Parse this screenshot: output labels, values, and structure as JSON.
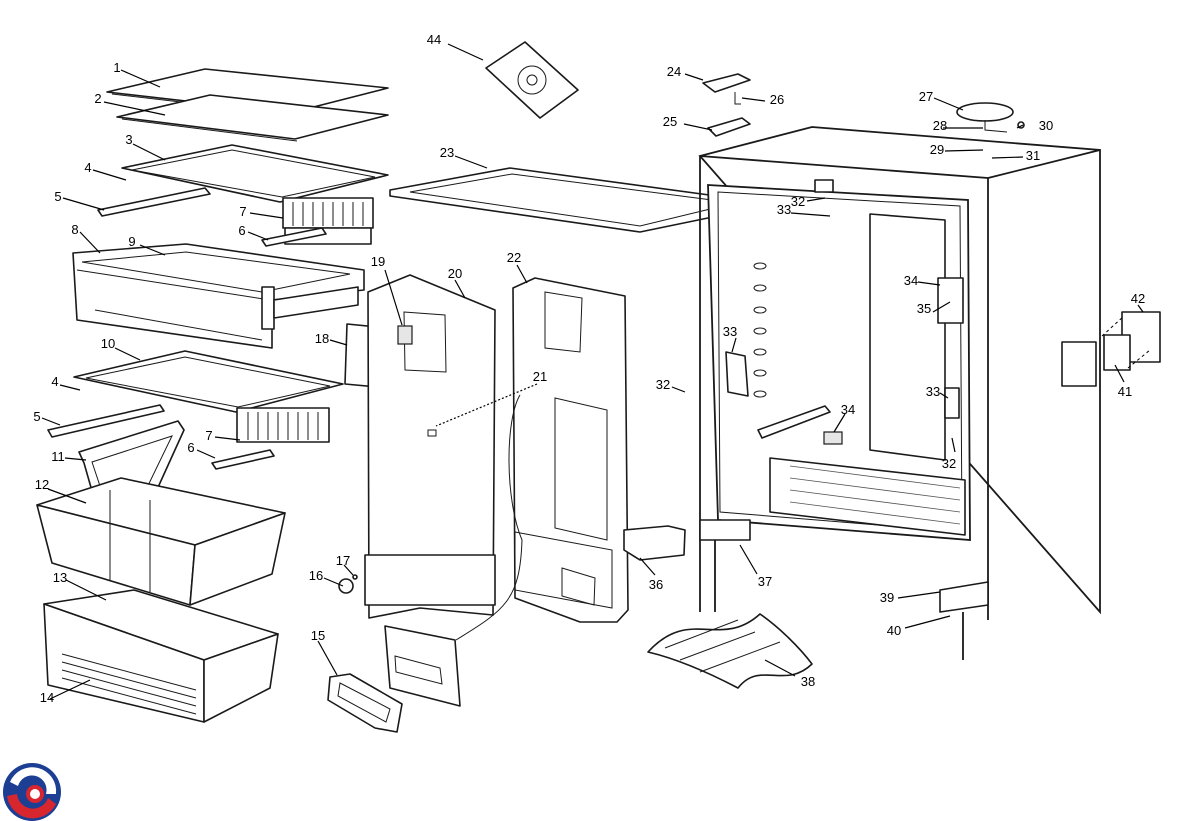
{
  "diagram": {
    "colors": {
      "line": "#1a1a1a",
      "background": "#ffffff",
      "logo_red": "#d7262e",
      "logo_blue": "#1c3f94"
    },
    "callouts": [
      {
        "id": "c1",
        "label": "1"
      },
      {
        "id": "c2",
        "label": "2"
      },
      {
        "id": "c3",
        "label": "3"
      },
      {
        "id": "c4a",
        "label": "4"
      },
      {
        "id": "c5a",
        "label": "5"
      },
      {
        "id": "c6a",
        "label": "6"
      },
      {
        "id": "c7a",
        "label": "7"
      },
      {
        "id": "c8",
        "label": "8"
      },
      {
        "id": "c9",
        "label": "9"
      },
      {
        "id": "c10",
        "label": "10"
      },
      {
        "id": "c4b",
        "label": "4"
      },
      {
        "id": "c5b",
        "label": "5"
      },
      {
        "id": "c7b",
        "label": "7"
      },
      {
        "id": "c6b",
        "label": "6"
      },
      {
        "id": "c11",
        "label": "11"
      },
      {
        "id": "c12",
        "label": "12"
      },
      {
        "id": "c13",
        "label": "13"
      },
      {
        "id": "c14",
        "label": "14"
      },
      {
        "id": "c15",
        "label": "15"
      },
      {
        "id": "c16",
        "label": "16"
      },
      {
        "id": "c17",
        "label": "17"
      },
      {
        "id": "c18",
        "label": "18"
      },
      {
        "id": "c19",
        "label": "19"
      },
      {
        "id": "c20",
        "label": "20"
      },
      {
        "id": "c21",
        "label": "21"
      },
      {
        "id": "c22",
        "label": "22"
      },
      {
        "id": "c23",
        "label": "23"
      },
      {
        "id": "c24",
        "label": "24"
      },
      {
        "id": "c25",
        "label": "25"
      },
      {
        "id": "c26",
        "label": "26"
      },
      {
        "id": "c27",
        "label": "27"
      },
      {
        "id": "c28",
        "label": "28"
      },
      {
        "id": "c29",
        "label": "29"
      },
      {
        "id": "c30",
        "label": "30"
      },
      {
        "id": "c31",
        "label": "31"
      },
      {
        "id": "c32a",
        "label": "32"
      },
      {
        "id": "c33a",
        "label": "33"
      },
      {
        "id": "c32b",
        "label": "32"
      },
      {
        "id": "c33b",
        "label": "33"
      },
      {
        "id": "c34a",
        "label": "34"
      },
      {
        "id": "c35",
        "label": "35"
      },
      {
        "id": "c33c",
        "label": "33"
      },
      {
        "id": "c34b",
        "label": "34"
      },
      {
        "id": "c32c",
        "label": "32"
      },
      {
        "id": "c36",
        "label": "36"
      },
      {
        "id": "c37",
        "label": "37"
      },
      {
        "id": "c38",
        "label": "38"
      },
      {
        "id": "c39",
        "label": "39"
      },
      {
        "id": "c40",
        "label": "40"
      },
      {
        "id": "c41",
        "label": "41"
      },
      {
        "id": "c42",
        "label": "42"
      },
      {
        "id": "c44",
        "label": "44"
      }
    ]
  }
}
